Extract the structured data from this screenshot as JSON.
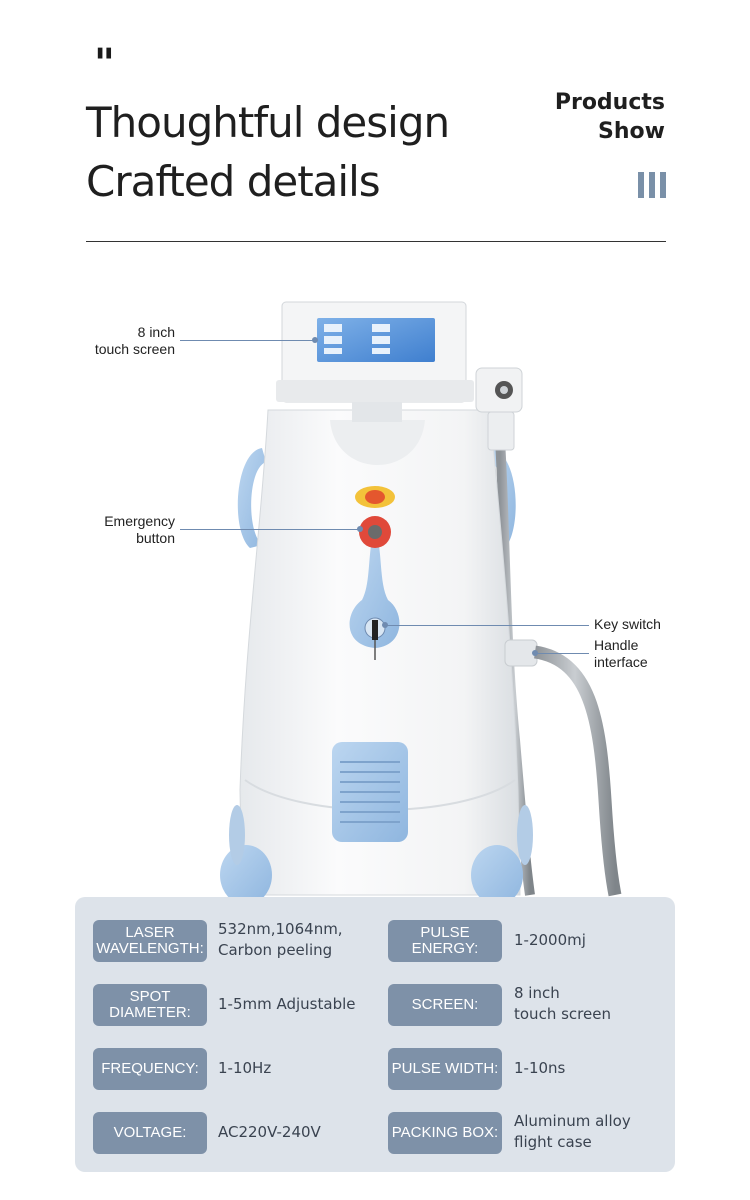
{
  "header": {
    "quote_mark": "\"",
    "headline_1": "Thoughtful design",
    "headline_2": "Crafted details",
    "products_show": "Products\nShow",
    "accent_color": "#7a90a8"
  },
  "callouts": {
    "screen": "8 inch\ntouch screen",
    "emergency": "Emergency\nbutton",
    "key_switch": "Key switch",
    "handle": "Handle\ninterface"
  },
  "specs": [
    {
      "label": "LASER\nWAVELENGTH:",
      "value": "532nm,1064nm,\nCarbon peeling"
    },
    {
      "label": "PULSE ENERGY:",
      "value": "1-2000mj"
    },
    {
      "label": "SPOT\nDIAMETER:",
      "value": "1-5mm Adjustable"
    },
    {
      "label": "SCREEN:",
      "value": "8 inch\ntouch screen"
    },
    {
      "label": "FREQUENCY:",
      "value": "1-10Hz"
    },
    {
      "label": "PULSE WIDTH:",
      "value": "1-10ns"
    },
    {
      "label": "VOLTAGE:",
      "value": "AC220V-240V"
    },
    {
      "label": "PACKING BOX:",
      "value": "Aluminum alloy\nflight case"
    }
  ]
}
